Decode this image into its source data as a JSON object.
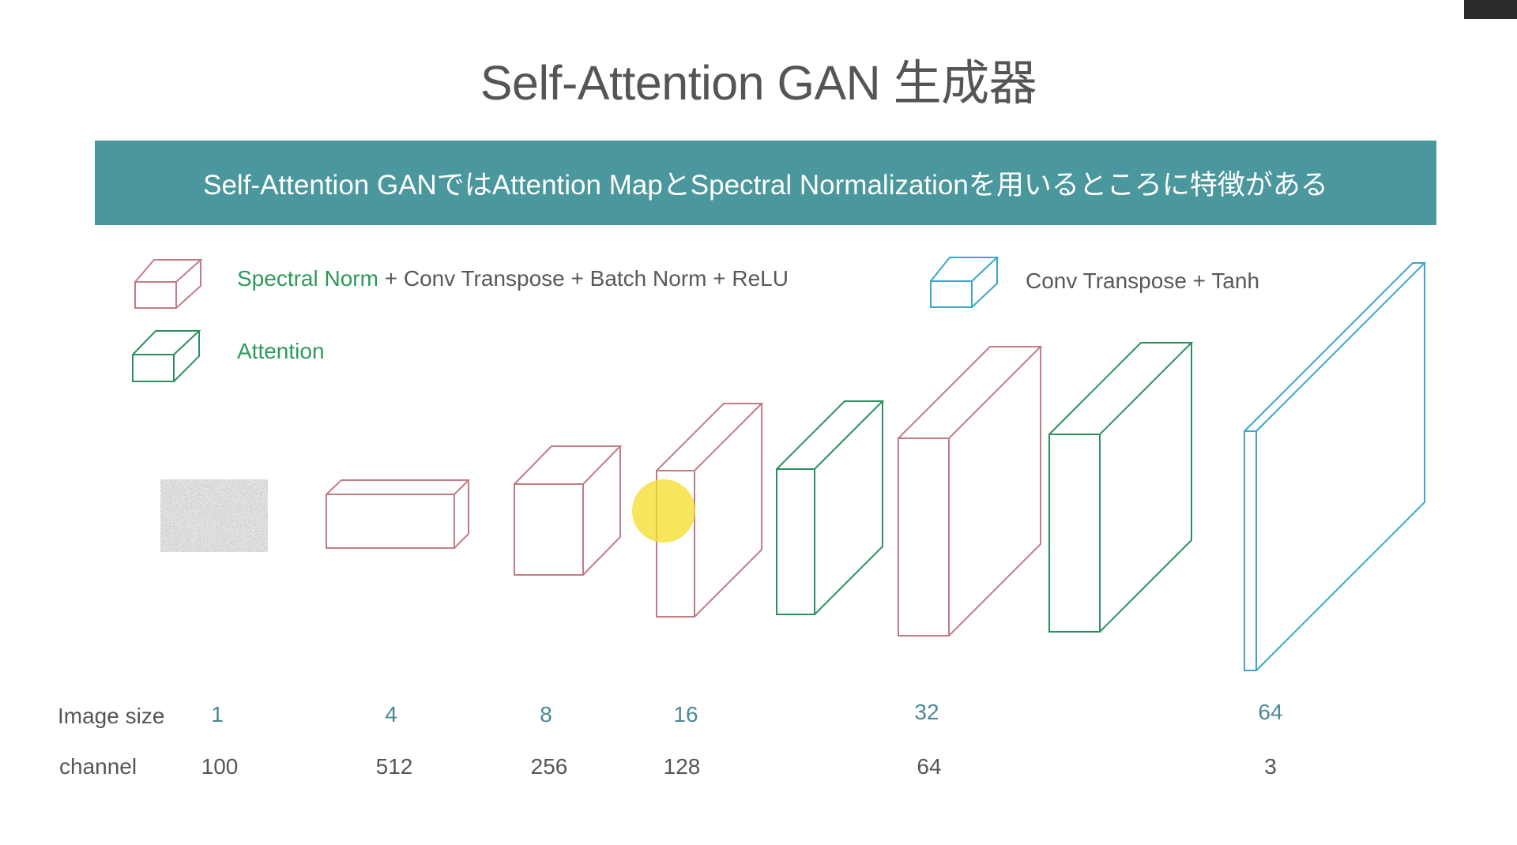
{
  "title": "Self-Attention GAN 生成器",
  "banner": "Self-Attention GANではAttention MapとSpectral Normalizationを用いるところに特徴がある",
  "legend": {
    "conv_block_green_part": "Spectral Norm",
    "conv_block_rest": " + Conv Transpose + Batch Norm + ReLU",
    "attention": "Attention",
    "output_block": "Conv Transpose + Tanh"
  },
  "colors": {
    "conv_block": "#c27c86",
    "attention_block": "#2e8f5e",
    "output_block": "#3aa7c8",
    "banner_bg": "#4a979d"
  },
  "table": {
    "image_size_label": "Image size",
    "channel_label": "channel",
    "image_sizes": [
      "1",
      "4",
      "8",
      "16",
      "32",
      "64"
    ],
    "channels": [
      "100",
      "512",
      "256",
      "128",
      "64",
      "3"
    ]
  }
}
